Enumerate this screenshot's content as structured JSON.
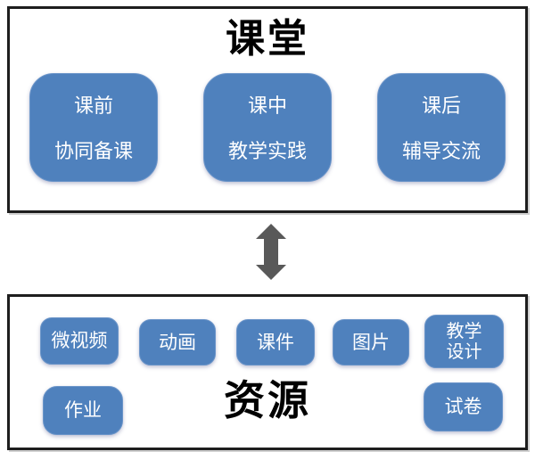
{
  "top_panel": {
    "title": "课堂",
    "nodes": [
      {
        "lines": [
          "课前",
          "协同备课"
        ]
      },
      {
        "lines": [
          "课中",
          "教学实践"
        ]
      },
      {
        "lines": [
          "课后",
          "辅导交流"
        ]
      }
    ]
  },
  "connector": {
    "name": "double-headed-vertical-arrow",
    "color": "#595959"
  },
  "bottom_panel": {
    "title": "资源",
    "row1": [
      {
        "lines": [
          "微视频"
        ]
      },
      {
        "lines": [
          "动画"
        ]
      },
      {
        "lines": [
          "课件"
        ]
      },
      {
        "lines": [
          "图片"
        ]
      },
      {
        "lines": [
          "教学",
          "设计"
        ]
      }
    ],
    "row2": [
      {
        "lines": [
          "作业"
        ]
      },
      {
        "lines": [
          "试卷"
        ]
      }
    ]
  },
  "colors": {
    "node_fill": "#4f81bd",
    "node_text": "#ffffff",
    "panel_border": "#1e1e1e",
    "title_text": "#000000",
    "arrow": "#595959",
    "background": "#ffffff"
  }
}
